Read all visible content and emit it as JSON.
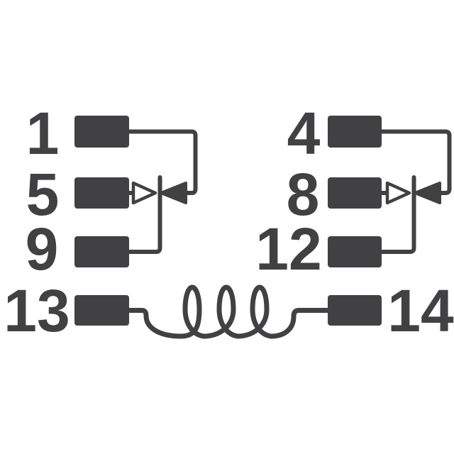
{
  "diagram": {
    "type": "relay-pinout-schematic",
    "colors": {
      "ink": "#414144",
      "background": "#ffffff"
    },
    "pin_labels": {
      "p1": "1",
      "p5": "5",
      "p9": "9",
      "p13": "13",
      "p4": "4",
      "p8": "8",
      "p12": "12",
      "p14": "14"
    },
    "structure": {
      "left_switch_pins": "1, 5, 9",
      "right_switch_pins": "4, 8, 12",
      "coil_pins": "13, 14"
    }
  }
}
